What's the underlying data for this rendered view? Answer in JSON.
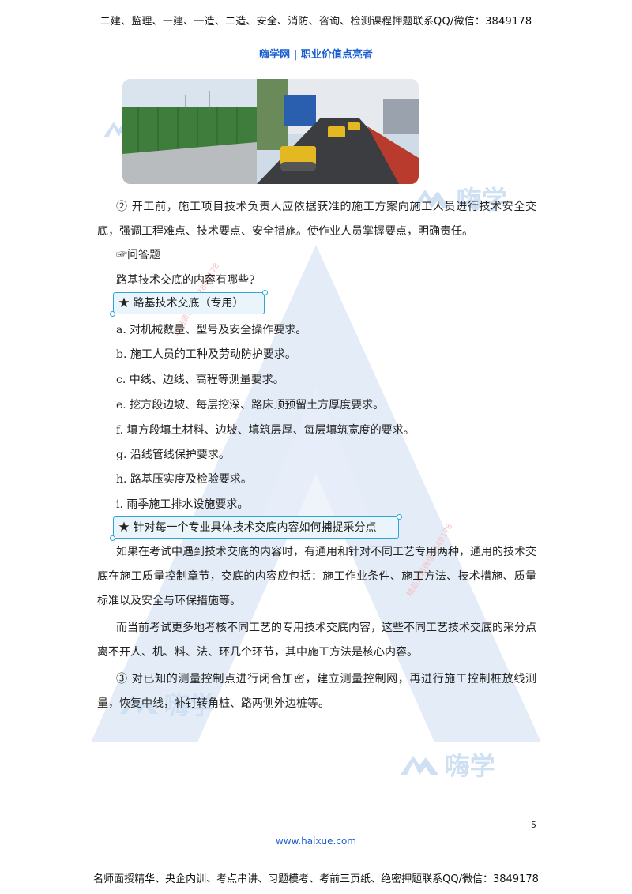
{
  "header": {
    "top_banner": "二建、监理、一建、一造、二造、安全、消防、咨询、检测课程押题联系QQ/微信：3849178",
    "site_title": "嗨学网 | 职业价值点亮者"
  },
  "watermark": {
    "brand_text": "嗨学",
    "stamp_text": "精品资料微信3849178"
  },
  "body": {
    "para_1": "② 开工前，施工项目技术负责人应依据获准的施工方案向施工人员进行技术安全交底，强调工程难点、技术要点、安全措施。使作业人员掌握要点，明确责任。",
    "question_label": "☞问答题",
    "question": "路基技术交底的内容有哪些?",
    "banner_1": "★ 路基技术交底（专用）",
    "items": [
      "a. 对机械数量、型号及安全操作要求。",
      "b. 施工人员的工种及劳动防护要求。",
      "c. 中线、边线、高程等测量要求。",
      "e. 挖方段边坡、每层挖深、路床顶预留土方厚度要求。",
      "f. 填方段填土材料、边坡、填筑层厚、每层填筑宽度的要求。",
      "g. 沿线管线保护要求。",
      "h. 路基压实度及检验要求。",
      "i. 雨季施工排水设施要求。"
    ],
    "banner_2": "★ 针对每一个专业具体技术交底内容如何捕捉采分点",
    "para_2": "如果在考试中遇到技术交底的内容时，有通用和针对不同工艺专用两种，通用的技术交底在施工质量控制章节，交底的内容应包括：施工作业条件、施工方法、技术措施、质量标准以及安全与环保措施等。",
    "para_3": "而当前考试更多地考核不同工艺的专用技术交底内容，这些不同工艺技术交底的采分点离不开人、机、料、法、环几个环节，其中施工方法是核心内容。",
    "para_4": "③ 对已知的测量控制点进行闭合加密，建立测量控制网，再进行施工控制桩放线测量，恢复中线，补钉转角桩、路两侧外边桩等。"
  },
  "footer": {
    "page_number": "5",
    "site_url": "www.haixue.com",
    "bottom_banner": "名师面授精华、央企内训、考点串讲、习题模考、考前三页纸、绝密押题联系QQ/微信：3849178"
  }
}
